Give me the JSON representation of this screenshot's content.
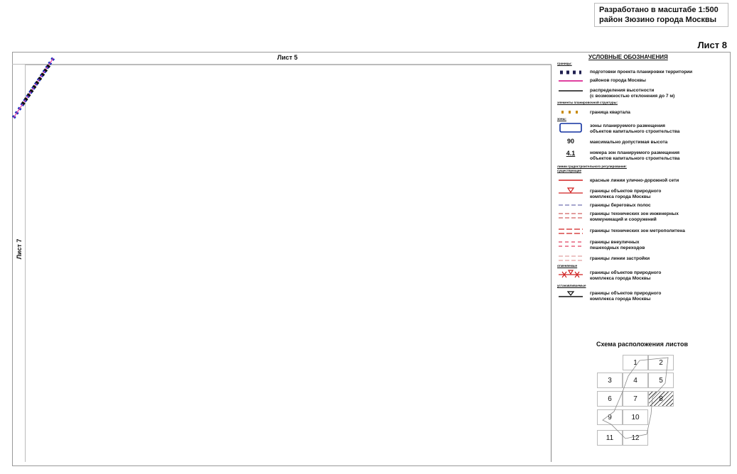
{
  "header": {
    "title_line1": "Разработано в масштабе 1:500",
    "title_line2": "район Зюзино города Москвы",
    "sheet": "Лист 8"
  },
  "map": {
    "label_top": "Лист 5",
    "label_left": "Лист 7"
  },
  "legend": {
    "title": "УСЛОВНЫЕ ОБОЗНАЧЕНИЯ",
    "sections": [
      "границы:",
      "элементы планировочной структуры:",
      "зоны:",
      "линии градостроительного регулирования:",
      "существующие",
      "отменяемые",
      "устанавливаемые"
    ],
    "items": [
      {
        "text": "подготовки проекта планировки территории",
        "icon": "dark-dotted-line-icon"
      },
      {
        "text": "районов города Москвы",
        "icon": "pink-line-icon"
      },
      {
        "text": "распределения высотности\n(с возможностью отклонения до 7 м)",
        "icon": "black-line-icon"
      },
      {
        "text": "граница квартала",
        "icon": "orange-dots-icon"
      },
      {
        "text": "зоны планируемого размещения\nобъектов капитального строительства",
        "icon": "blue-rect-icon"
      },
      {
        "text": "максимально допустимая высота",
        "symbol": "90"
      },
      {
        "text": "номера зон планируемого размещения\nобъектов капитального строительства",
        "symbol": "4.1"
      },
      {
        "text": "красные линии улично-дорожной сети",
        "icon": "red-line-icon"
      },
      {
        "text": "границы объектов природного\nкомплекса города Москвы",
        "icon": "red-triangle-line-icon"
      },
      {
        "text": "границы береговых полос",
        "icon": "dash-line-icon"
      },
      {
        "text": "границы технических зон инженерных\nкоммуникаций и сооружений",
        "icon": "double-dash-icon"
      },
      {
        "text": "границы технических зон метрополитена",
        "icon": "red-double-dash-icon"
      },
      {
        "text": "границы внеуличных\nпешеходных переходов",
        "icon": "red-dash-pair-icon"
      },
      {
        "text": "границы линии застройки",
        "icon": "pale-dash-icon"
      },
      {
        "text": "границы объектов природного\nкомплекса города Москвы",
        "icon": "red-cross-line-icon"
      },
      {
        "text": "границы объектов природного\nкомплекса города Москвы",
        "icon": "black-triangle-line-icon"
      }
    ]
  },
  "scheme": {
    "title": "Схема расположения листов",
    "cells": [
      "1",
      "2",
      "3",
      "4",
      "5",
      "6",
      "7",
      "8",
      "9",
      "10",
      "11",
      "12"
    ],
    "current": "8"
  },
  "colors": {
    "pink": "#e040a0",
    "red": "#d02020",
    "blue": "#1030a0",
    "orange": "#c88a00",
    "dark": "#202050"
  }
}
